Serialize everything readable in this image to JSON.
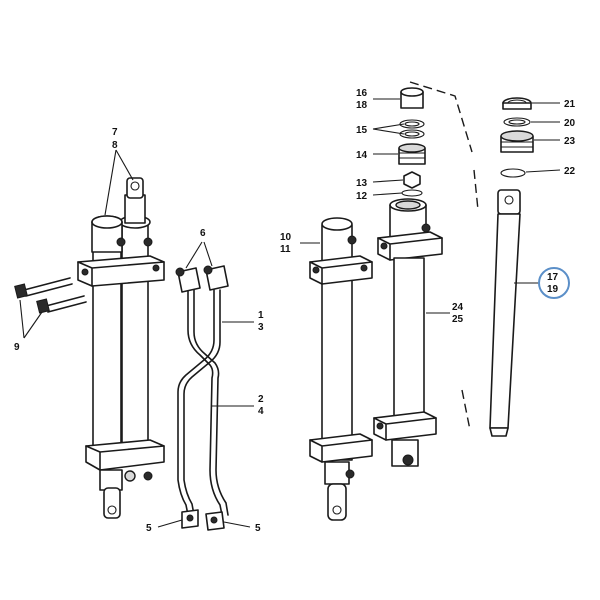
{
  "diagram": {
    "callouts": {
      "c1": "1",
      "c2": "2",
      "c3": "3",
      "c4": "4",
      "c5a": "5",
      "c5b": "5",
      "c6": "6",
      "c7": "7",
      "c8": "8",
      "c9": "9",
      "c10": "10",
      "c11": "11",
      "c12": "12",
      "c13": "13",
      "c14": "14",
      "c15": "15",
      "c16": "16",
      "c17": "17",
      "c18": "18",
      "c19": "19",
      "c20": "20",
      "c21": "21",
      "c22": "22",
      "c23": "23",
      "c24": "24",
      "c25": "25"
    },
    "highlight_color": "#5b8fc8",
    "highlighted_callout": "17 / 19"
  }
}
